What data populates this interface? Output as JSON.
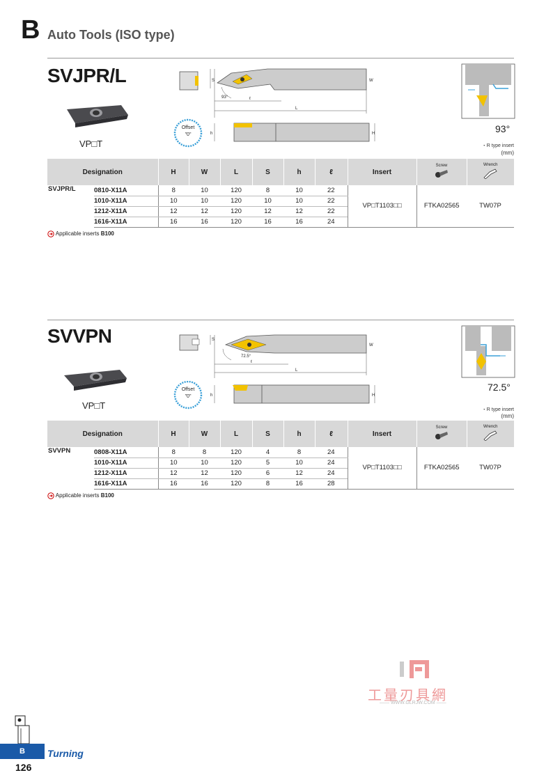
{
  "header": {
    "letter": "B",
    "title": "Auto Tools (ISO type)"
  },
  "sections": [
    {
      "model": "SVJPR/L",
      "insert_label": "VP□T",
      "angle": "93°",
      "rtype_note": "・R type insert",
      "unit": "(mm)",
      "diagram_angle": "93°",
      "offset_label": "Offset",
      "offset_value": "\"0\"",
      "dim_labels": {
        "S": "S",
        "W": "W",
        "L": "L",
        "l": "ℓ",
        "h": "h",
        "H": "H"
      },
      "columns": {
        "designation": "Designation",
        "H": "H",
        "W": "W",
        "L": "L",
        "S": "S",
        "h": "h",
        "l": "ℓ",
        "insert": "Insert",
        "screw": "Screw",
        "wrench": "Wrench"
      },
      "series": "SVJPR/L",
      "rows": [
        {
          "code": "0810-X11A",
          "H": "8",
          "W": "10",
          "L": "120",
          "S": "8",
          "h": "10",
          "l": "22"
        },
        {
          "code": "1010-X11A",
          "H": "10",
          "W": "10",
          "L": "120",
          "S": "10",
          "h": "10",
          "l": "22"
        },
        {
          "code": "1212-X11A",
          "H": "12",
          "W": "12",
          "L": "120",
          "S": "12",
          "h": "12",
          "l": "22"
        },
        {
          "code": "1616-X11A",
          "H": "16",
          "W": "16",
          "L": "120",
          "S": "16",
          "h": "16",
          "l": "24"
        }
      ],
      "insert": "VP□T1103□□",
      "screw": "FTKA02565",
      "wrench": "TW07P",
      "applicable": "Applicable inserts",
      "applicable_ref": "B100"
    },
    {
      "model": "SVVPN",
      "insert_label": "VP□T",
      "angle": "72.5°",
      "rtype_note": "・R type insert",
      "unit": "(mm)",
      "diagram_angle": "72.5°",
      "offset_label": "Offset",
      "offset_value": "\"0\"",
      "dim_labels": {
        "S": "S",
        "W": "W",
        "L": "L",
        "l": "ℓ",
        "h": "h",
        "H": "H"
      },
      "columns": {
        "designation": "Designation",
        "H": "H",
        "W": "W",
        "L": "L",
        "S": "S",
        "h": "h",
        "l": "ℓ",
        "insert": "Insert",
        "screw": "Screw",
        "wrench": "Wrench"
      },
      "series": "SVVPN",
      "rows": [
        {
          "code": "0808-X11A",
          "H": "8",
          "W": "8",
          "L": "120",
          "S": "4",
          "h": "8",
          "l": "24"
        },
        {
          "code": "1010-X11A",
          "H": "10",
          "W": "10",
          "L": "120",
          "S": "5",
          "h": "10",
          "l": "24"
        },
        {
          "code": "1212-X11A",
          "H": "12",
          "W": "12",
          "L": "120",
          "S": "6",
          "h": "12",
          "l": "24"
        },
        {
          "code": "1616-X11A",
          "H": "16",
          "W": "16",
          "L": "120",
          "S": "8",
          "h": "16",
          "l": "28"
        }
      ],
      "insert": "VP□T1103□□",
      "screw": "FTKA02565",
      "wrench": "TW07P",
      "applicable": "Applicable inserts",
      "applicable_ref": "B100"
    }
  ],
  "watermark": {
    "text": "工量刃具網",
    "url": "—— WWW.GLRJW.COM ——"
  },
  "footer": {
    "tab": "B",
    "section": "Turning",
    "page": "126"
  },
  "colors": {
    "accent": "#1a5aa8",
    "table_header": "#d8d8d8",
    "insert_yellow": "#f2c200",
    "watermark": "#e99"
  }
}
